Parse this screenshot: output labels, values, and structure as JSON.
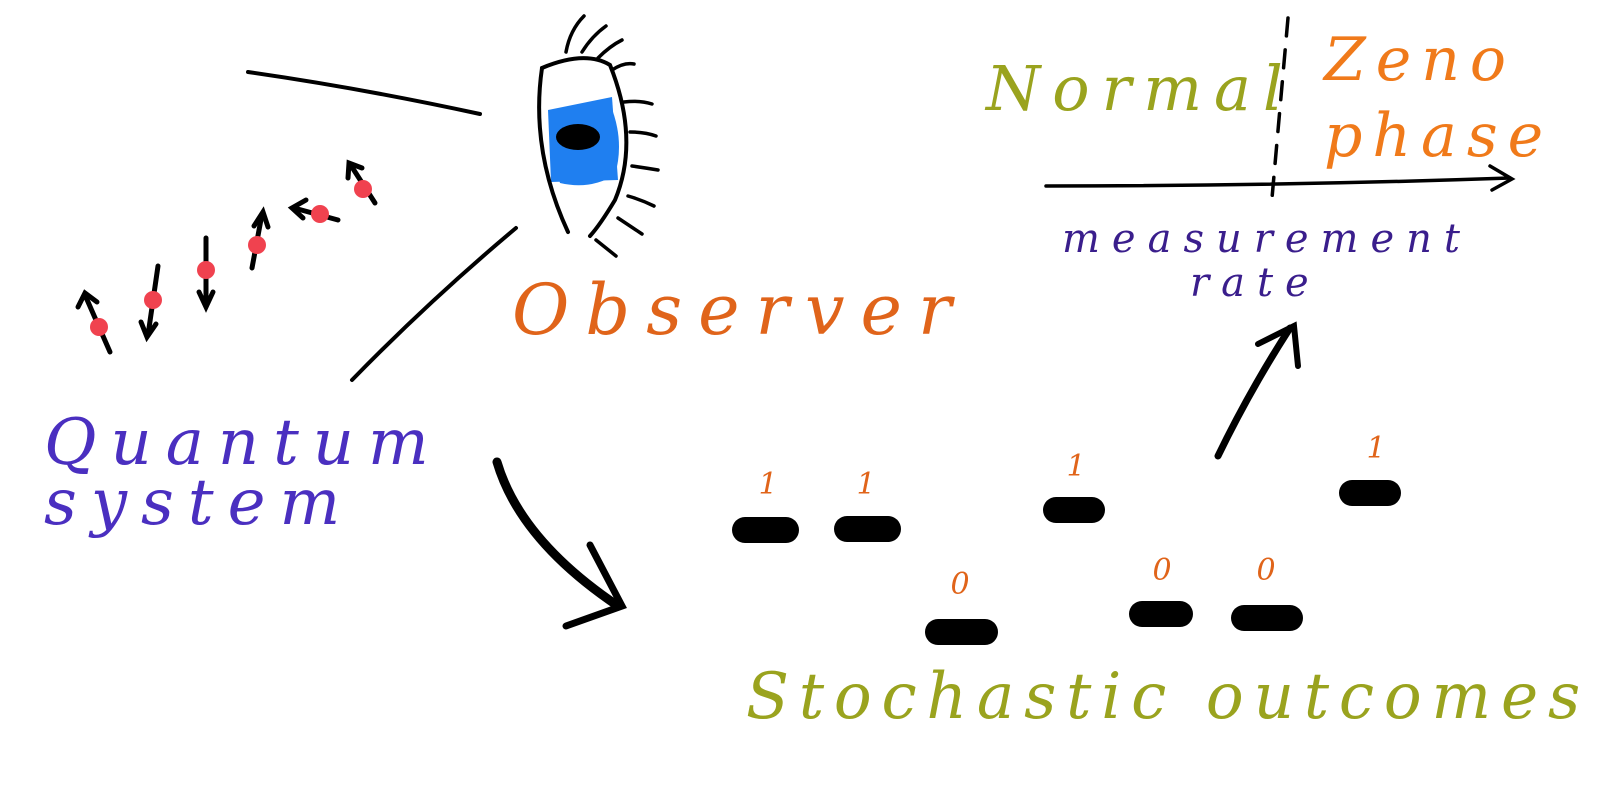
{
  "colors": {
    "quantum": "#4a2fc0",
    "observer": "#e0641a",
    "normal": "#9aa31e",
    "zeno": "#f07a1a",
    "axis_label": "#3a1e8c",
    "stochastic": "#9aa31e",
    "outcome_digit": "#e0641a",
    "ink": "#000000",
    "spin": "#f0424f",
    "iris": "#1f7ff0"
  },
  "labels": {
    "quantum_line1": "Quantum",
    "quantum_line2": "system",
    "observer": "Observer",
    "normal": "Normal",
    "zeno_line1": "Zeno",
    "zeno_line2": "phase",
    "axis_line1": "measurement",
    "axis_line2": "rate",
    "stochastic": "Stochastic outcomes"
  },
  "outcomes": [
    {
      "value": "1"
    },
    {
      "value": "1"
    },
    {
      "value": "0"
    },
    {
      "value": "1"
    },
    {
      "value": "0"
    },
    {
      "value": "0"
    },
    {
      "value": "1"
    }
  ],
  "icons": {
    "eye": "eye-icon",
    "spin_chain": "spin-icon"
  }
}
